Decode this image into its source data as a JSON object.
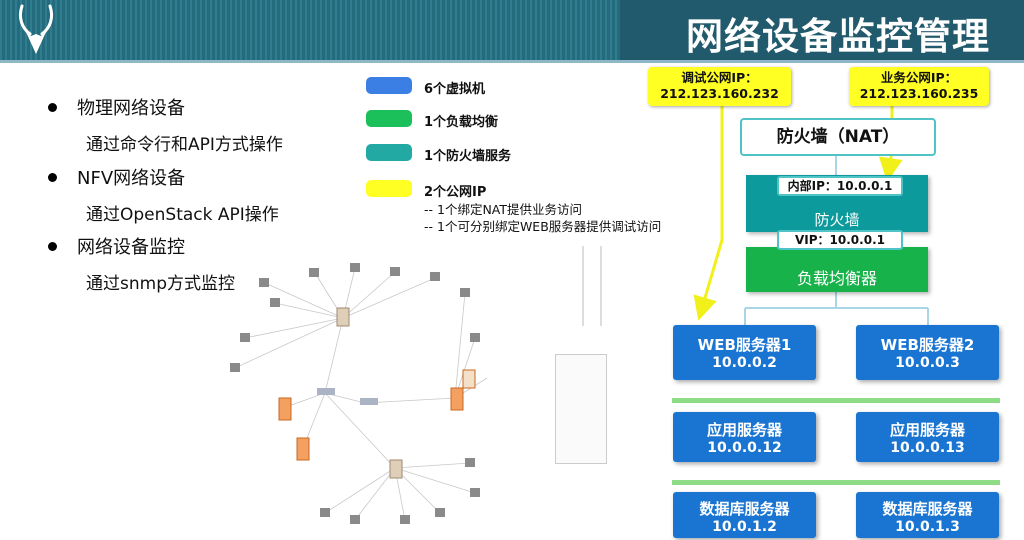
{
  "header": {
    "title": "网络设备监控管理",
    "logo_icon": "antelope-logo-icon"
  },
  "bullets": [
    {
      "title": "物理网络设备",
      "detail": "通过命令行和API方式操作"
    },
    {
      "title": "NFV网络设备",
      "detail": "通过OpenStack API操作"
    },
    {
      "title": "网络设备监控",
      "detail": "通过snmp方式监控"
    }
  ],
  "legend": [
    {
      "label": "6个虚拟机",
      "color": "#3b7fe4"
    },
    {
      "label": "1个负载均衡",
      "color": "#1cc05a"
    },
    {
      "label": "1个防火墙服务",
      "color": "#23a9a4"
    },
    {
      "label": "2个公网IP",
      "color": "#ffff24"
    }
  ],
  "legend_notes": [
    "-- 1个绑定NAT提供业务访问",
    "-- 1个可分别绑定WEB服务器提供调试访问"
  ],
  "diagram": {
    "debug_ip": {
      "label": "调试公网IP：",
      "ip": "212.123.160.232"
    },
    "biz_ip": {
      "label": "业务公网IP：",
      "ip": "212.123.160.235"
    },
    "firewall_nat": "防火墙（NAT）",
    "inner_ip": "内部IP：10.0.0.1",
    "firewall": "防火墙",
    "vip": "VIP：10.0.0.1",
    "lb": "负载均衡器",
    "web1": {
      "name": "WEB服务器1",
      "ip": "10.0.0.2"
    },
    "web2": {
      "name": "WEB服务器2",
      "ip": "10.0.0.3"
    },
    "app1": {
      "name": "应用服务器",
      "ip": "10.0.0.12"
    },
    "app2": {
      "name": "应用服务器",
      "ip": "10.0.0.13"
    },
    "db1": {
      "name": "数据库服务器",
      "ip": "10.0.1.2"
    },
    "db2": {
      "name": "数据库服务器",
      "ip": "10.0.1.3"
    }
  },
  "colors": {
    "header": "#2a6f83",
    "teal": "#0d9a9c",
    "green": "#17b24a",
    "blue_server": "#1a75d2",
    "yellow": "#ffff24"
  }
}
